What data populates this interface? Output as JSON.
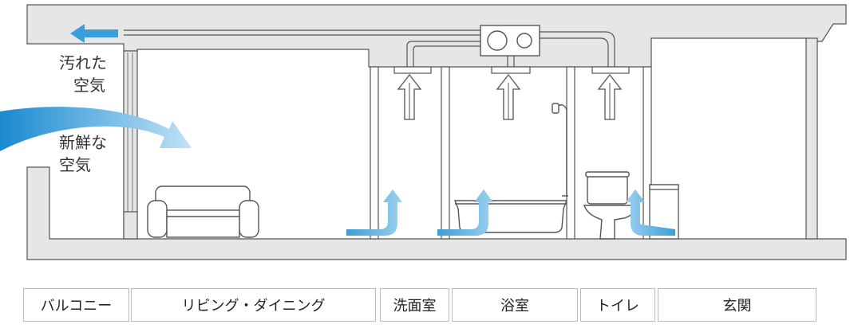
{
  "labels": {
    "stale_air_line1": "汚れた",
    "stale_air_line2": "空気",
    "fresh_air_line1": "新鮮な",
    "fresh_air_line2": "空気"
  },
  "rooms": [
    {
      "name": "バルコニー"
    },
    {
      "name": "リビング・ダイニング"
    },
    {
      "name": "洗面室"
    },
    {
      "name": "浴室"
    },
    {
      "name": "トイレ"
    },
    {
      "name": "玄関"
    }
  ],
  "colors": {
    "structure_fill": "#e6e6e6",
    "structure_stroke": "#555555",
    "airflow_blue": "#3a9fd8",
    "airflow_blue_light": "#a9d6f1"
  },
  "icons": [
    "ventilation-fan-icon",
    "exhaust-arrow-icon",
    "airflow-arrow-icon",
    "sofa-icon",
    "bathtub-icon",
    "toilet-icon",
    "shower-icon",
    "cabinet-icon"
  ]
}
